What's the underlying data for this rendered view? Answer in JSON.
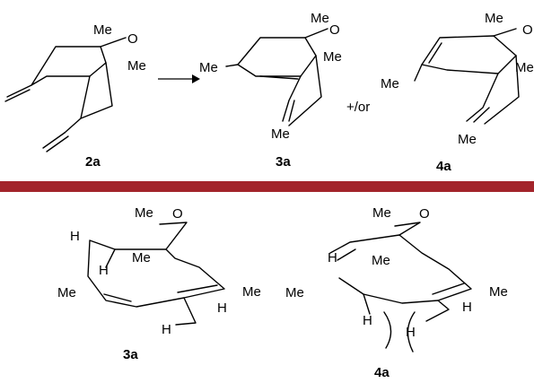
{
  "colors": {
    "divider": "#a3242b",
    "ink": "#000000",
    "background": "#ffffff"
  },
  "scheme": {
    "reactant": {
      "label": "2a",
      "me1": "Me",
      "me2": "Me",
      "oxygen": "O"
    },
    "product_a": {
      "label": "3a",
      "me_top": "Me",
      "me_right": "Me",
      "me_left": "Me",
      "me_bottom": "Me",
      "oxygen": "O"
    },
    "connector": "+/or",
    "product_b": {
      "label": "4a",
      "me_top": "Me",
      "me_right": "Me",
      "me_left": "Me",
      "me_bottom": "Me",
      "oxygen": "O"
    }
  },
  "conformers": {
    "left": {
      "label": "3a",
      "me_top": "Me",
      "me_inner": "Me",
      "me_left": "Me",
      "me_right": "Me",
      "oxygen": "O",
      "h_top": "H",
      "h_inner": "H",
      "h_bottom": "H",
      "h_right": "H"
    },
    "right": {
      "label": "4a",
      "me_top": "Me",
      "me_inner": "Me",
      "me_left": "Me",
      "me_right": "Me",
      "oxygen": "O",
      "h_top": "H",
      "h_left": "H",
      "h_middle": "H",
      "h_right": "H"
    }
  }
}
